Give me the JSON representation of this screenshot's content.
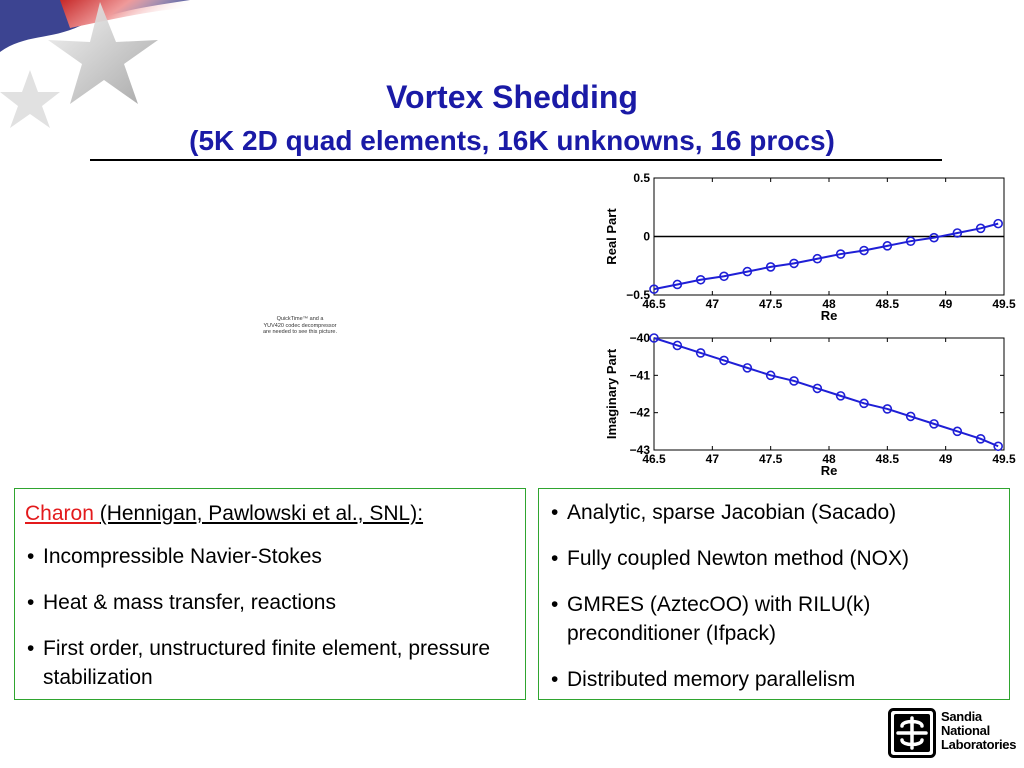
{
  "slide": {
    "title": "Vortex Shedding",
    "subtitle": "(5K 2D quad elements, 16K unknowns, 16 procs)",
    "movie_placeholder": [
      "QuickTime™ and a",
      "YUV420 codec decompressor",
      "are needed to see this picture."
    ],
    "decoration_icon": "star-icon",
    "left_panel": {
      "heading_red": "Charon ",
      "heading_rest": "(Hennigan, Pawlowski et al., SNL):",
      "bullets": [
        "Incompressible Navier-Stokes",
        "Heat & mass transfer, reactions",
        "First order, unstructured finite element, pressure stabilization"
      ]
    },
    "right_panel": {
      "bullets": [
        "Analytic, sparse Jacobian (Sacado)",
        "Fully coupled Newton method (NOX)",
        "GMRES (AztecOO) with RILU(k) preconditioner (Ifpack)",
        "Distributed memory parallelism"
      ]
    },
    "logo": {
      "lines": [
        "Sandia",
        "National",
        "Laboratories"
      ]
    },
    "colors": {
      "title": "#1a1aa6",
      "panel_border": "#2fa52f",
      "heading_red": "#e31a1c",
      "series": "#1f1fd6"
    }
  },
  "chart_data": [
    {
      "type": "line",
      "xlabel": "Re",
      "ylabel": "Real Part",
      "xlim": [
        46.5,
        49.5
      ],
      "ylim": [
        -0.5,
        0.5
      ],
      "xticks": [
        "46.5",
        "47",
        "47.5",
        "48",
        "48.5",
        "49",
        "49.5"
      ],
      "yticks": [
        "−0.5",
        "0",
        "0.5"
      ],
      "reference_line": 0,
      "grid": false,
      "series": [
        {
          "x": [
            46.5,
            46.7,
            46.9,
            47.1,
            47.3,
            47.5,
            47.7,
            47.9,
            48.1,
            48.3,
            48.5,
            48.7,
            48.9,
            49.1,
            49.3,
            49.45
          ],
          "y": [
            -0.45,
            -0.41,
            -0.37,
            -0.34,
            -0.3,
            -0.26,
            -0.23,
            -0.19,
            -0.15,
            -0.12,
            -0.08,
            -0.04,
            -0.01,
            0.03,
            0.07,
            0.11
          ]
        }
      ]
    },
    {
      "type": "line",
      "xlabel": "Re",
      "ylabel": "Imaginary Part",
      "xlim": [
        46.5,
        49.5
      ],
      "ylim": [
        -43,
        -40
      ],
      "xticks": [
        "46.5",
        "47",
        "47.5",
        "48",
        "48.5",
        "49",
        "49.5"
      ],
      "yticks": [
        "−40",
        "−41",
        "−42",
        "−43"
      ],
      "grid": false,
      "series": [
        {
          "x": [
            46.5,
            46.7,
            46.9,
            47.1,
            47.3,
            47.5,
            47.7,
            47.9,
            48.1,
            48.3,
            48.5,
            48.7,
            48.9,
            49.1,
            49.3,
            49.45
          ],
          "y": [
            -40.0,
            -40.2,
            -40.4,
            -40.6,
            -40.8,
            -41.0,
            -41.15,
            -41.35,
            -41.55,
            -41.75,
            -41.9,
            -42.1,
            -42.3,
            -42.5,
            -42.7,
            -42.9
          ]
        }
      ]
    }
  ]
}
